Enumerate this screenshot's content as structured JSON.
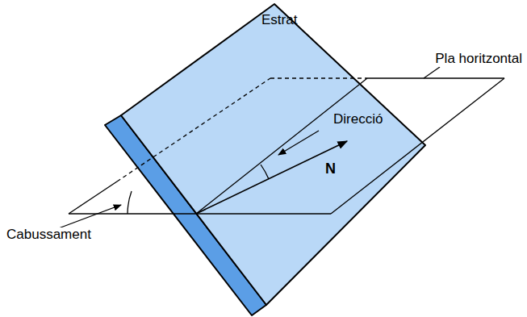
{
  "diagram": {
    "labels": [
      "Estrat",
      "Pla horitzontal",
      "Direcció",
      "N",
      "Cabussament"
    ]
  }
}
